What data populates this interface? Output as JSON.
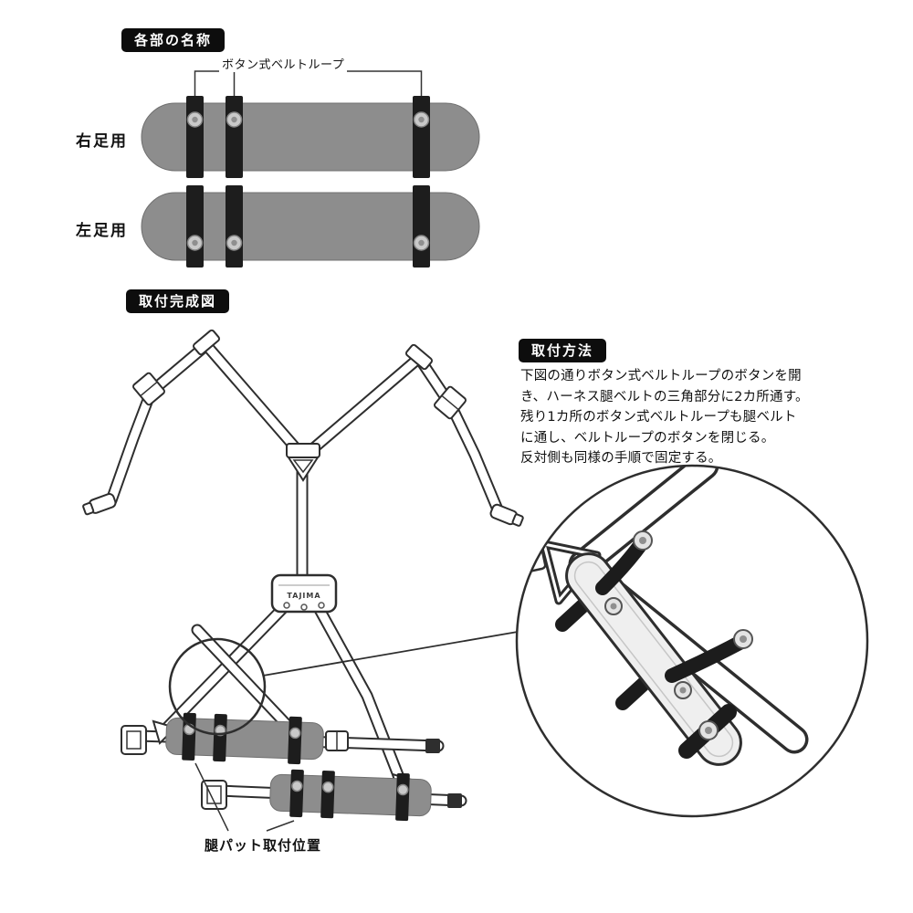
{
  "diagram": {
    "parts_section": {
      "title": "各部の名称",
      "button_loop_callout": "ボタン式ベルトループ",
      "right_pad_label": "右足用",
      "left_pad_label": "左足用"
    },
    "completed_section": {
      "title": "取付完成図",
      "leg_pad_position_label": "腿パット取付位置",
      "brand": "TAJIMA"
    },
    "method_section": {
      "title": "取付方法",
      "lines": [
        "下図の通りボタン式ベルトループのボタンを開",
        "き、ハーネス腿ベルトの三角部分に2カ所通す。",
        "残り1カ所のボタン式ベルトループも腿ベルト",
        "に通し、ベルトループのボタンを閉じる。",
        "反対側も同様の手順で固定する。"
      ],
      "full_text": "下図の通りボタン式ベルトループのボタンを開き、ハーネス腿ベルトの三角部分に2カ所通す。残り1カ所のボタン式ベルトループも腿ベルトに通し、ベルトループのボタンを閉じる。反対側も同様の手順で固定する。"
    },
    "colors": {
      "label_bg": "#0d0d0d",
      "label_text": "#ffffff",
      "pad_gray": "#8d8d8d",
      "strap_black": "#1d1d1d",
      "button_gray": "#c9c9c9",
      "line_dark": "#2e2e2e",
      "background": "#ffffff"
    }
  }
}
